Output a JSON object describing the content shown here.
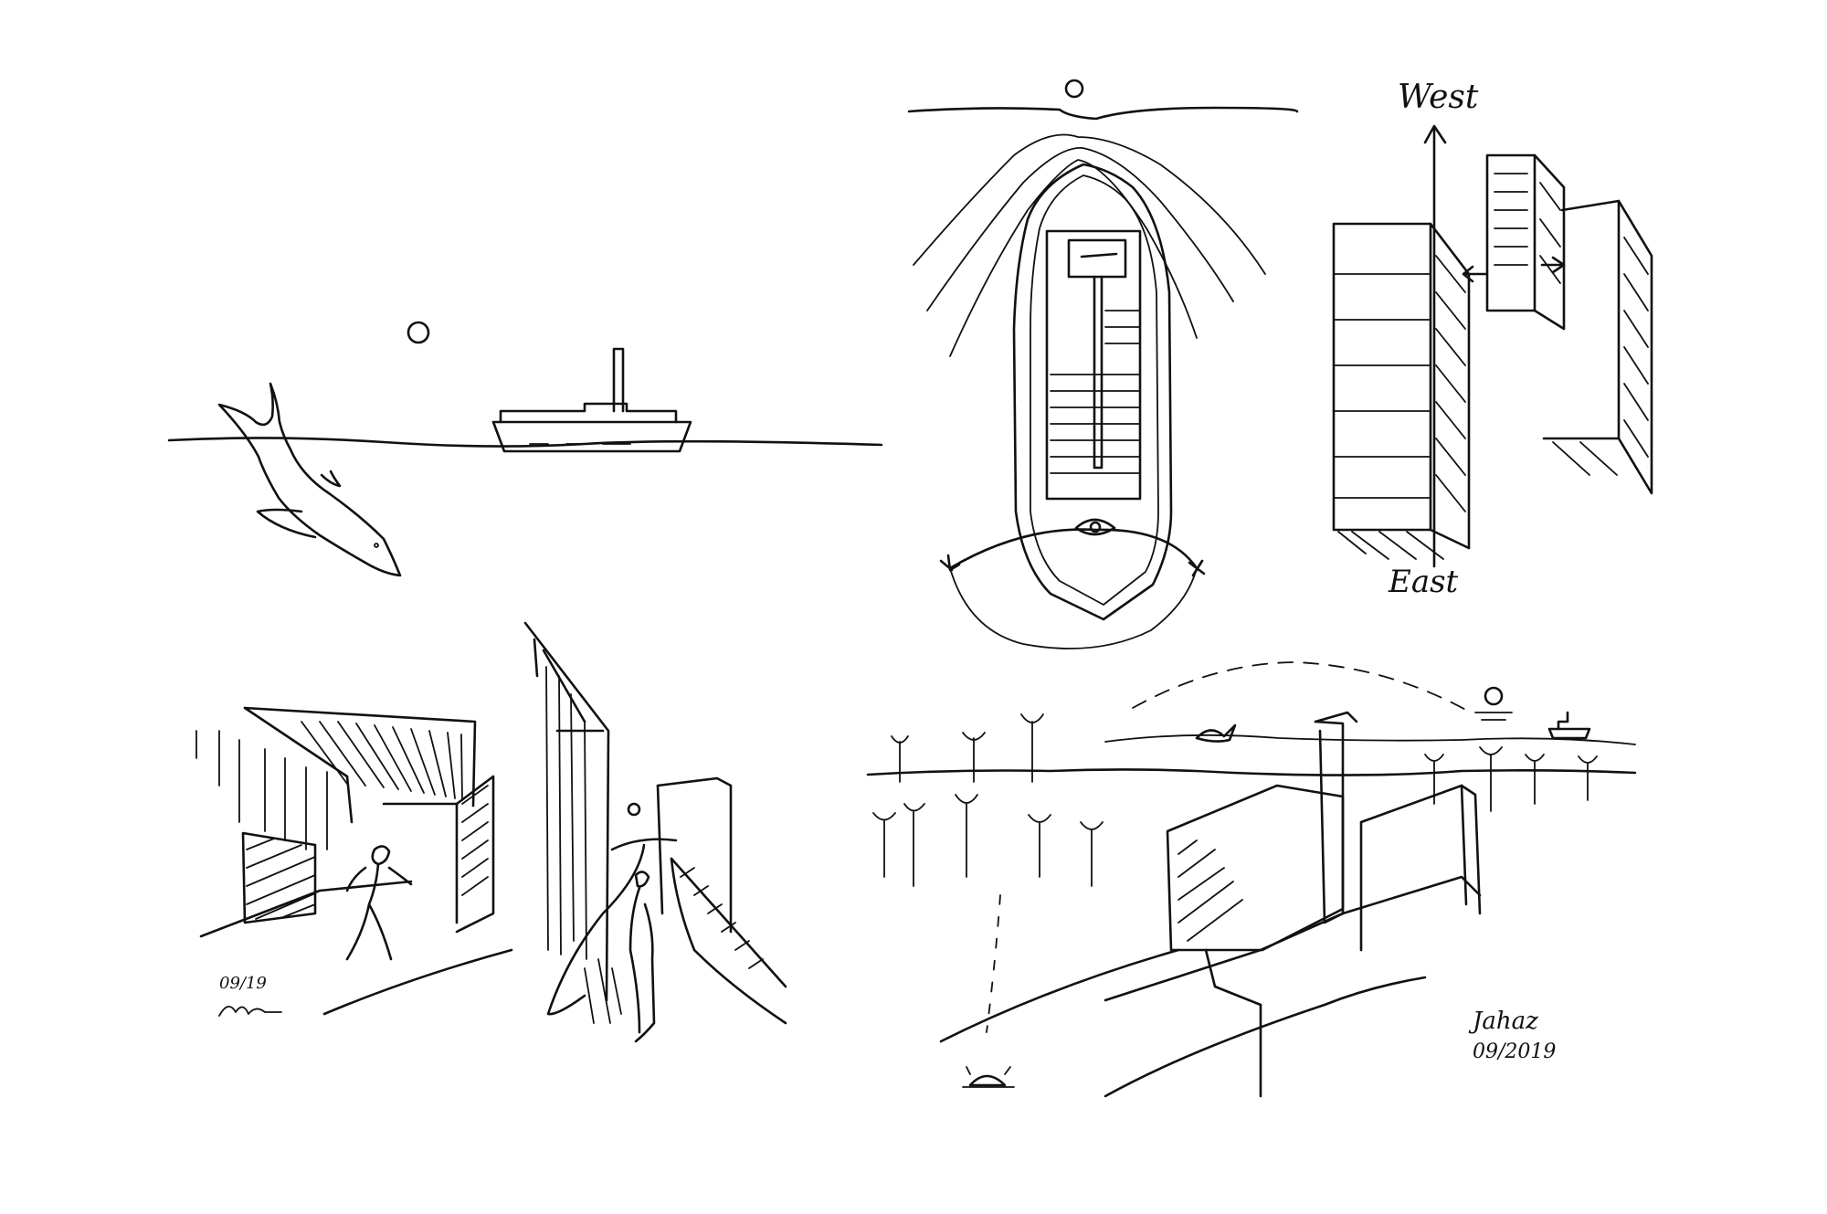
{
  "labels": {
    "west": "West",
    "east": "East",
    "date_left": "09/19",
    "signature_right": "Jahaz",
    "date_right": "09/2019"
  },
  "colors": {
    "paper": "#ffffff",
    "ink": "#111111"
  }
}
